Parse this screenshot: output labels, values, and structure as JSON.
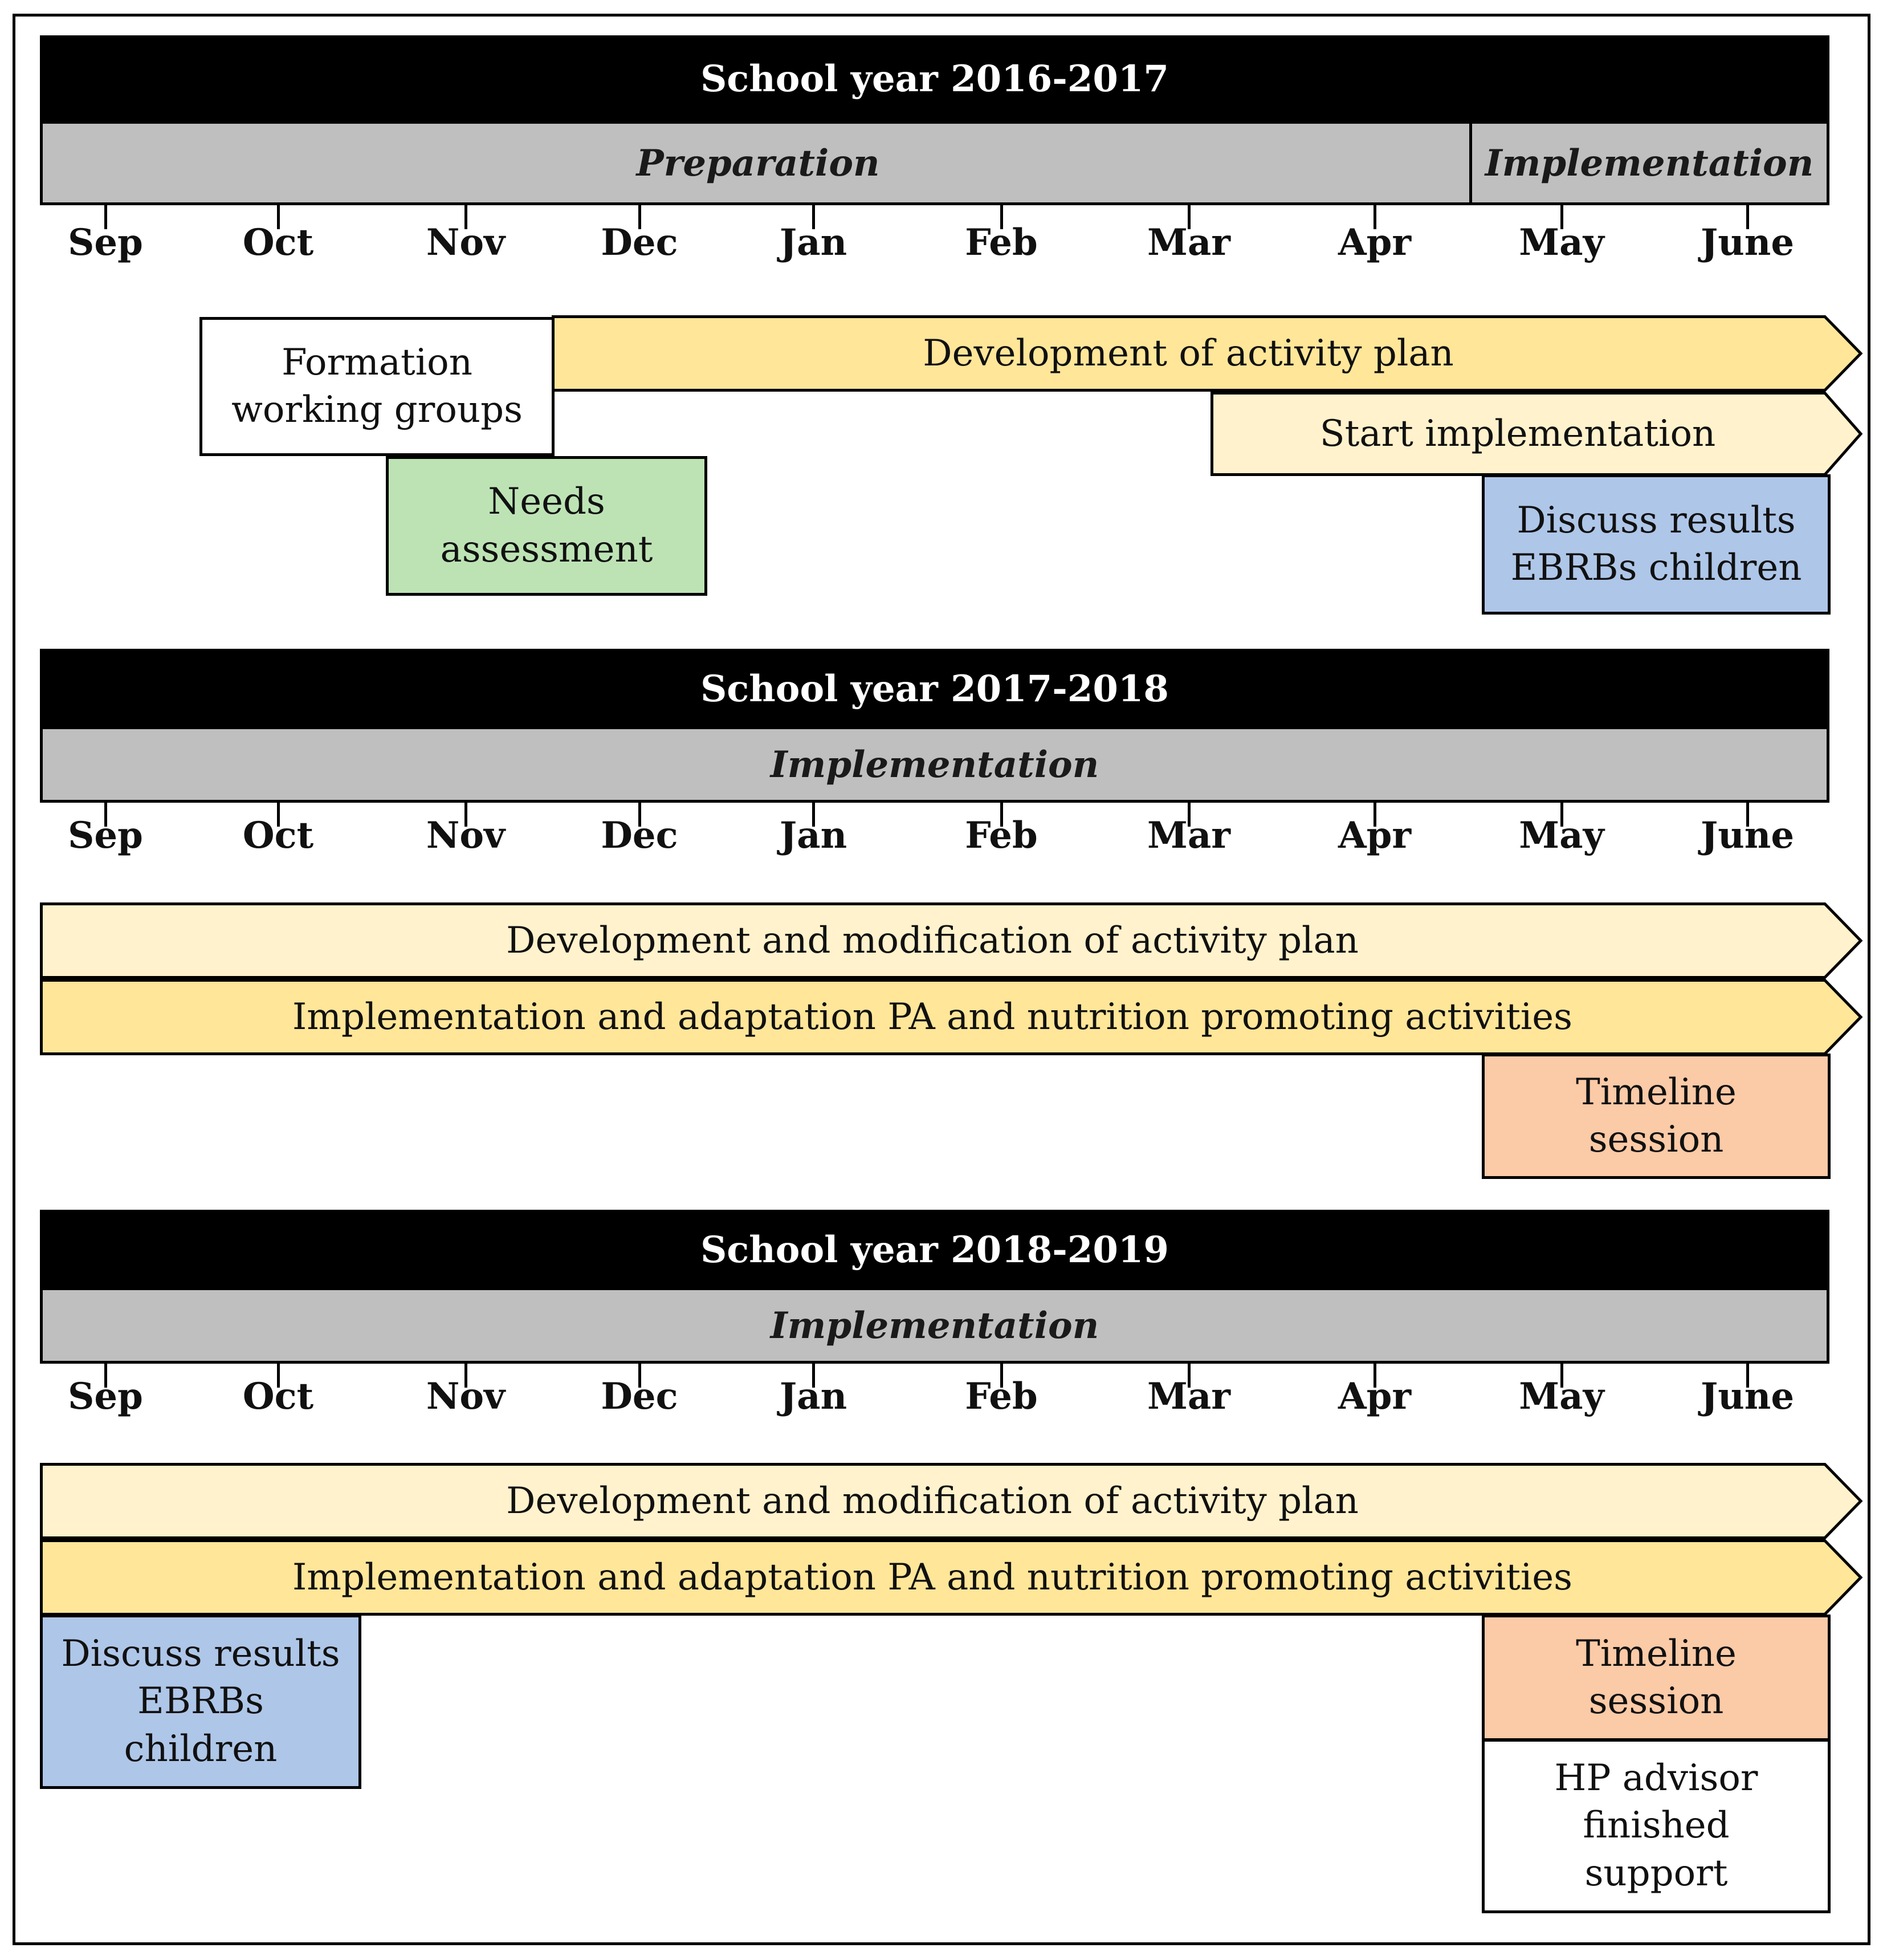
{
  "months": [
    "Sep",
    "Oct",
    "Nov",
    "Dec",
    "Jan",
    "Feb",
    "Mar",
    "Apr",
    "May",
    "June"
  ],
  "colors": {
    "title_bg": "#000000",
    "phase_bg": "#bfbfbf",
    "gold": "#ffe699",
    "light_gold": "#fff2cc",
    "green": "#bde3b5",
    "blue": "#aec6e8",
    "peach": "#fbcaa7",
    "white": "#ffffff"
  },
  "years": [
    {
      "title": "School year 2016-2017",
      "phases": [
        {
          "label": "Preparation"
        },
        {
          "label": "Implementation"
        }
      ],
      "activities": [
        {
          "label": "Formation\nworking groups",
          "color": "white",
          "shape": "box"
        },
        {
          "label": "Development of activity plan",
          "color": "gold",
          "shape": "arrow"
        },
        {
          "label": "Start implementation",
          "color": "light_gold",
          "shape": "arrow"
        },
        {
          "label": "Needs\nassessment",
          "color": "green",
          "shape": "box"
        },
        {
          "label": "Discuss results\nEBRBs children",
          "color": "blue",
          "shape": "box"
        }
      ]
    },
    {
      "title": "School year 2017-2018",
      "phases": [
        {
          "label": "Implementation"
        }
      ],
      "activities": [
        {
          "label": "Development and modification of activity plan",
          "color": "light_gold",
          "shape": "arrow"
        },
        {
          "label": "Implementation and adaptation PA and nutrition promoting activities",
          "color": "gold",
          "shape": "arrow"
        },
        {
          "label": "Timeline\nsession",
          "color": "peach",
          "shape": "box"
        }
      ]
    },
    {
      "title": "School year 2018-2019",
      "phases": [
        {
          "label": "Implementation"
        }
      ],
      "activities": [
        {
          "label": "Development and modification of activity plan",
          "color": "light_gold",
          "shape": "arrow"
        },
        {
          "label": "Implementation and adaptation PA and nutrition promoting activities",
          "color": "gold",
          "shape": "arrow"
        },
        {
          "label": "Discuss results\nEBRBs\nchildren",
          "color": "blue",
          "shape": "box"
        },
        {
          "label": "Timeline\nsession",
          "color": "peach",
          "shape": "box"
        },
        {
          "label": "HP advisor\nfinished\nsupport",
          "color": "white",
          "shape": "box"
        }
      ]
    }
  ]
}
